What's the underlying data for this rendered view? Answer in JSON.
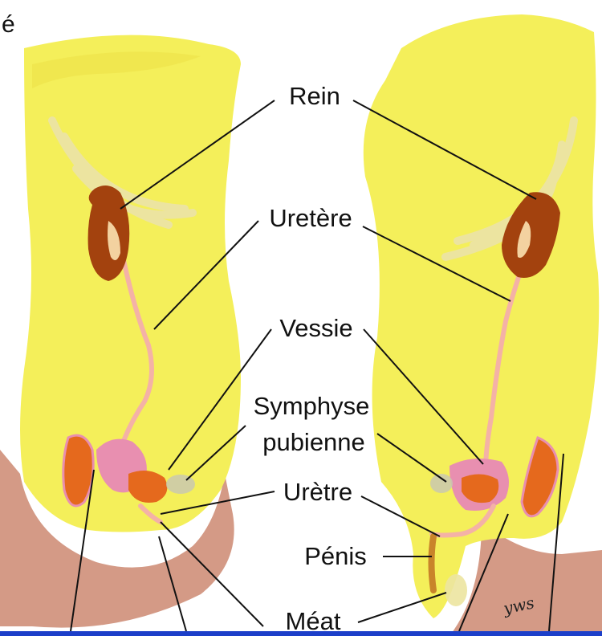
{
  "corner_text": "é",
  "labels": {
    "rein": "Rein",
    "uretere": "Uretère",
    "vessie": "Vessie",
    "symphyse_line1": "Symphyse",
    "symphyse_line2": "pubienne",
    "uretre": "Urètre",
    "penis": "Pénis",
    "meat": "Méat"
  },
  "signature": "yws",
  "colors": {
    "body": "#f4ef5a",
    "body_shade": "#e9dd46",
    "kidney": "#a3420e",
    "kidney_highlight": "#f3d2a0",
    "ureter": "#f4b2a6",
    "uterus": "#e88fb0",
    "orange_organ": "#e5691d",
    "skin": "#d49a86",
    "bone": "#ece4a0",
    "leader": "#111111",
    "bottom_rule": "#1c3fc9"
  }
}
